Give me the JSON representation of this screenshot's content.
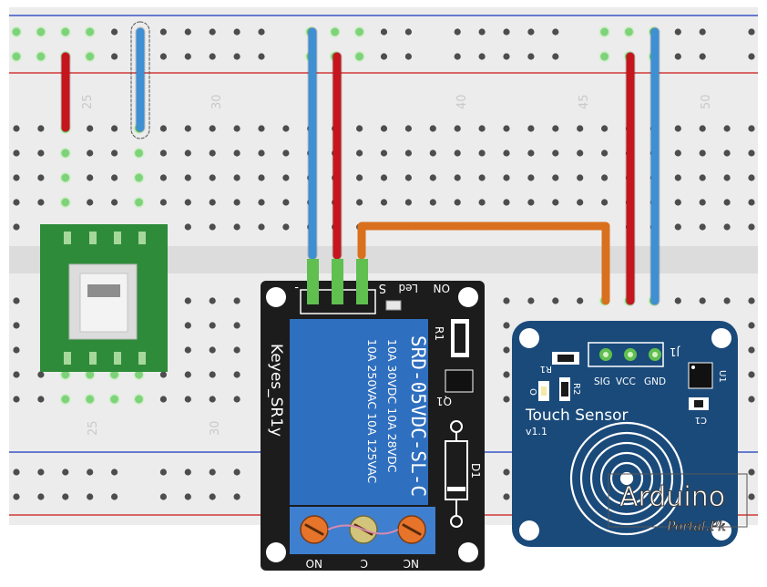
{
  "breadboard": {
    "column_numbers_top": [
      "25",
      "30",
      "40",
      "45",
      "50"
    ],
    "column_numbers_bottom": [
      "25",
      "30"
    ]
  },
  "relay_module": {
    "brand": "Keyes_SR1y",
    "relay_model": "SRD-05VDC-SL-C",
    "rating_lines": [
      "10A 250VAC  10A 125VAC",
      "10A 30VDC  10A 28VDC"
    ],
    "pin_minus": "-",
    "pin_s": "S",
    "led_label": "Led",
    "on_label": "ON",
    "r1_label": "R1",
    "q1_label": "Q1",
    "d1_label": "D1",
    "terminals": [
      "NO",
      "C",
      "NC"
    ]
  },
  "touch_sensor": {
    "title": "Touch  Sensor",
    "version": "v1.1",
    "pins": [
      "SIG",
      "VCC",
      "GND"
    ],
    "j1_label": "J1",
    "r1_label": "R1",
    "r2_label": "R2",
    "o_label": "O",
    "u1_label": "U1",
    "c1_label": "C1"
  },
  "watermark": {
    "line1": "Arduino",
    "line2": "Portal.Pk"
  },
  "colors": {
    "red_wire": "#c4161c",
    "blue_wire": "#3f8fd2",
    "orange_wire": "#d9701e",
    "relay_board": "#1c1c1c",
    "relay_body": "#2f6fbf",
    "sensor_board": "#1a4a7a",
    "usb_board": "#2e8b3a"
  }
}
